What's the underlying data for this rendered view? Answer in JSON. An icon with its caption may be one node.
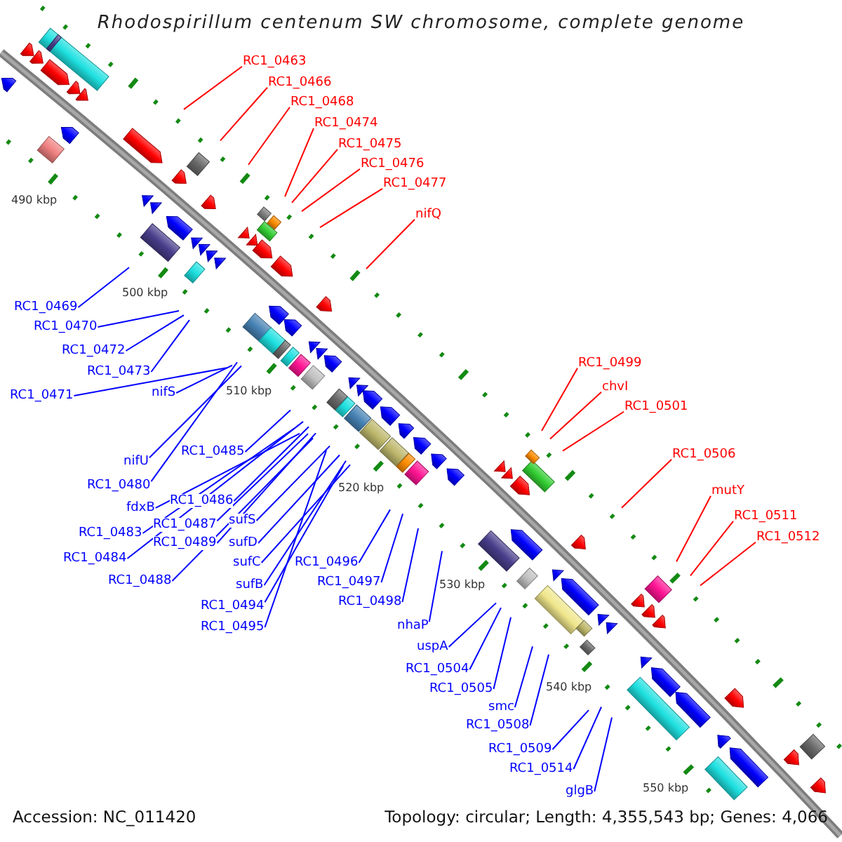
{
  "diagram": {
    "title": "Rhodospirillum centenum SW chromosome, complete genome",
    "nodes": [
      {
        "text": [
          "RC1_0463"
        ]
      },
      {
        "text": [
          "RC1_0466"
        ]
      },
      {
        "text": [
          "RC1_0468"
        ]
      },
      {
        "text": [
          "RC1_0474"
        ]
      },
      {
        "text": [
          "RC1_0475"
        ]
      },
      {
        "text": [
          "RC1_0476"
        ]
      },
      {
        "text": [
          "RC1_0477"
        ]
      },
      {
        "text": [
          "nifQ"
        ]
      },
      {
        "text": [
          "RC1_0469"
        ]
      },
      {
        "text": [
          "RC1_0470"
        ]
      },
      {
        "text": [
          "RC1_0472"
        ]
      },
      {
        "text": [
          "RC1_0499"
        ]
      },
      {
        "text": [
          "RC1_0473"
        ]
      },
      {
        "text": [
          "chvI"
        ]
      },
      {
        "text": [
          "RC1_0471"
        ]
      },
      {
        "text": [
          "nifS"
        ]
      },
      {
        "text": [
          "RC1_0501"
        ]
      },
      {
        "text": [
          "RC1_0485"
        ]
      },
      {
        "text": [
          "RC1_0506"
        ]
      },
      {
        "text": [
          "nifU"
        ]
      },
      {
        "text": [
          "RC1_0480"
        ]
      },
      {
        "text": [
          "mutY"
        ]
      },
      {
        "text": [
          "RC1_0486"
        ]
      },
      {
        "text": [
          "fdxB"
        ]
      },
      {
        "text": [
          "RC1_0511"
        ]
      },
      {
        "text": [
          "sufS"
        ]
      },
      {
        "text": [
          "RC1_0487"
        ]
      },
      {
        "text": [
          "RC1_0483"
        ]
      },
      {
        "text": [
          "RC1_0512"
        ]
      },
      {
        "text": [
          "RC1_0489"
        ]
      },
      {
        "text": [
          "sufD"
        ]
      },
      {
        "text": [
          "RC1_0484"
        ]
      },
      {
        "text": [
          "sufC"
        ]
      },
      {
        "text": [
          "RC1_0496"
        ]
      },
      {
        "text": [
          "RC1_0488"
        ]
      },
      {
        "text": [
          "RC1_0497"
        ]
      },
      {
        "text": [
          "sufB"
        ]
      },
      {
        "text": [
          "RC1_0498"
        ]
      },
      {
        "text": [
          "RC1_0494"
        ]
      },
      {
        "text": [
          "nhaP"
        ]
      },
      {
        "text": [
          "RC1_0495"
        ]
      },
      {
        "text": [
          "uspA"
        ]
      },
      {
        "text": [
          "RC1_0504"
        ]
      },
      {
        "text": [
          "RC1_0505"
        ]
      },
      {
        "text": [
          "smc"
        ]
      },
      {
        "text": [
          "RC1_0508"
        ]
      },
      {
        "text": [
          "RC1_0509"
        ]
      },
      {
        "text": [
          "RC1_0514"
        ]
      },
      {
        "text": [
          "glgB"
        ]
      }
    ],
    "edges": [
      {
        "from": 0,
        "to": null,
        "arrow": "none",
        "color": "#ff0000"
      },
      {
        "from": 1,
        "to": null,
        "arrow": "none",
        "color": "#ff0000"
      },
      {
        "from": 2,
        "to": null,
        "arrow": "none",
        "color": "#ff0000"
      },
      {
        "from": 3,
        "to": null,
        "arrow": "none",
        "color": "#ff0000"
      },
      {
        "from": 4,
        "to": null,
        "arrow": "none",
        "color": "#ff0000"
      },
      {
        "from": 5,
        "to": null,
        "arrow": "none",
        "color": "#ff0000"
      },
      {
        "from": 6,
        "to": null,
        "arrow": "none",
        "color": "#ff0000"
      },
      {
        "from": 7,
        "to": null,
        "arrow": "none",
        "color": "#ff0000"
      },
      {
        "from": 8,
        "to": null,
        "arrow": "none"
      },
      {
        "from": 9,
        "to": null,
        "arrow": "none"
      },
      {
        "from": 10,
        "to": null,
        "arrow": "none"
      },
      {
        "from": 11,
        "to": null,
        "arrow": "none",
        "color": "#ff0000"
      },
      {
        "from": 12,
        "to": null,
        "arrow": "none"
      },
      {
        "from": 13,
        "to": null,
        "arrow": "none",
        "color": "#ff0000"
      },
      {
        "from": 14,
        "to": null,
        "arrow": "none"
      },
      {
        "from": 15,
        "to": null,
        "arrow": "none"
      },
      {
        "from": 16,
        "to": null,
        "arrow": "none",
        "color": "#ff0000"
      },
      {
        "from": 17,
        "to": null,
        "arrow": "none"
      },
      {
        "from": 18,
        "to": null,
        "arrow": "none",
        "color": "#ff0000"
      },
      {
        "from": 19,
        "to": null,
        "arrow": "none"
      },
      {
        "from": 20,
        "to": null,
        "arrow": "none"
      },
      {
        "from": 21,
        "to": null,
        "arrow": "none",
        "color": "#ff0000"
      },
      {
        "from": 22,
        "to": null,
        "arrow": "none"
      },
      {
        "from": 23,
        "to": null,
        "arrow": "none"
      },
      {
        "from": 24,
        "to": null,
        "arrow": "none",
        "color": "#ff0000"
      },
      {
        "from": 25,
        "to": null,
        "arrow": "none"
      },
      {
        "from": 26,
        "to": null,
        "arrow": "none"
      },
      {
        "from": 27,
        "to": null,
        "arrow": "none"
      },
      {
        "from": 28,
        "to": null,
        "arrow": "none",
        "color": "#ff0000"
      },
      {
        "from": 29,
        "to": null,
        "arrow": "none"
      },
      {
        "from": 30,
        "to": null,
        "arrow": "none"
      },
      {
        "from": 31,
        "to": null,
        "arrow": "none"
      },
      {
        "from": 32,
        "to": null,
        "arrow": "none"
      },
      {
        "from": 33,
        "to": null,
        "arrow": "none"
      },
      {
        "from": 34,
        "to": null,
        "arrow": "none"
      },
      {
        "from": 35,
        "to": null,
        "arrow": "none"
      },
      {
        "from": 36,
        "to": null,
        "arrow": "none"
      },
      {
        "from": 37,
        "to": null,
        "arrow": "none"
      },
      {
        "from": 38,
        "to": null,
        "arrow": "none"
      },
      {
        "from": 39,
        "to": null,
        "arrow": "none"
      },
      {
        "from": 40,
        "to": null,
        "arrow": "none"
      },
      {
        "from": 41,
        "to": null,
        "arrow": "none"
      },
      {
        "from": 42,
        "to": null,
        "arrow": "none"
      },
      {
        "from": 43,
        "to": null,
        "arrow": "none"
      },
      {
        "from": 44,
        "to": null,
        "arrow": "none"
      },
      {
        "from": 45,
        "to": null,
        "arrow": "none"
      },
      {
        "from": 46,
        "to": null,
        "arrow": "none"
      },
      {
        "from": 47,
        "to": null,
        "arrow": "none"
      },
      {
        "from": 48,
        "to": null,
        "arrow": "none"
      }
    ],
    "labels": [
      "490 kbp",
      "500 kbp",
      "510 kbp",
      "520 kbp",
      "530 kbp",
      "540 kbp",
      "550 kbp",
      "Accession: NC_011420",
      "Topology: circular; Length: 4,355,543 bp; Genes: 4,066"
    ]
  }
}
